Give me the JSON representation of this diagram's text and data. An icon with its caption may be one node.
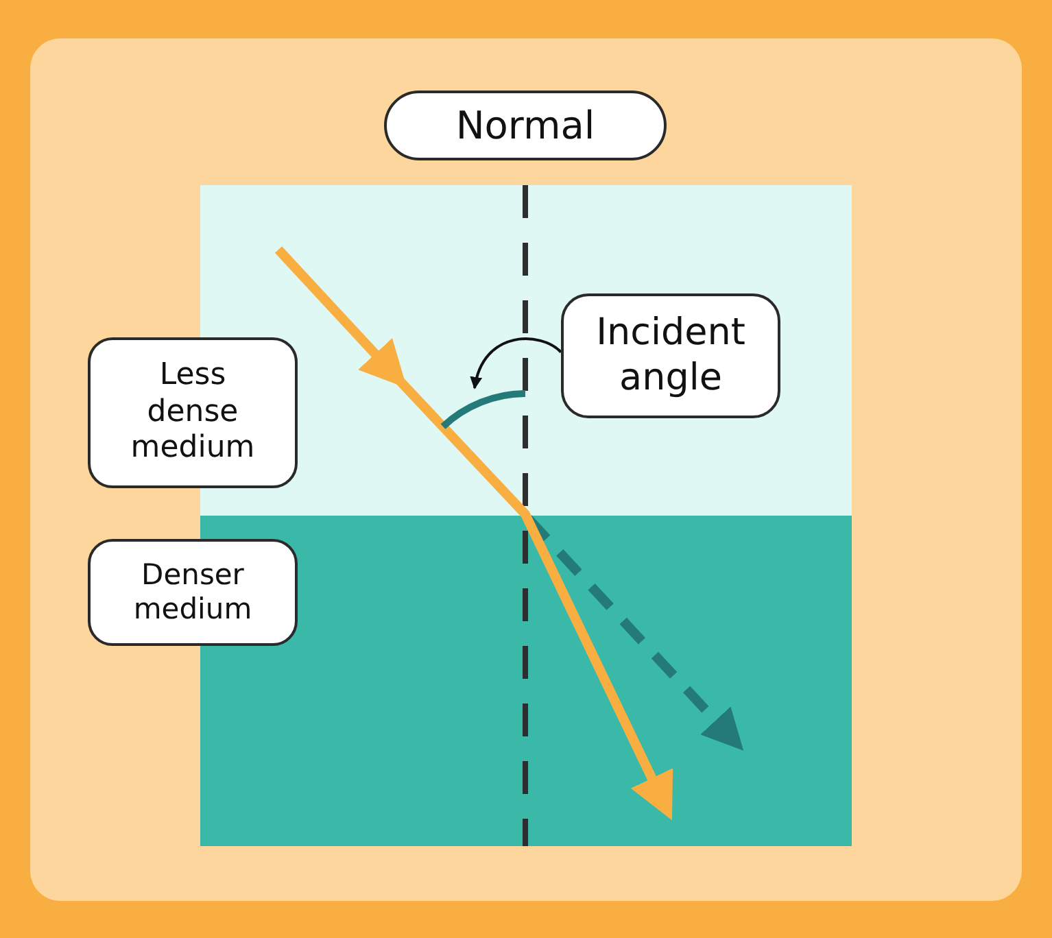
{
  "diagram": {
    "nodes": [
      {
        "text": [
          "Normal"
        ]
      },
      {
        "text": [
          "Incident angle"
        ]
      },
      {
        "text": [
          "Less dense medium"
        ]
      },
      {
        "text": [
          "Denser medium"
        ]
      },
      {
        "text": [],
        "shape": "arc"
      }
    ],
    "edges": [
      {
        "from": 1,
        "to": 4,
        "arrow": "to"
      }
    ]
  }
}
